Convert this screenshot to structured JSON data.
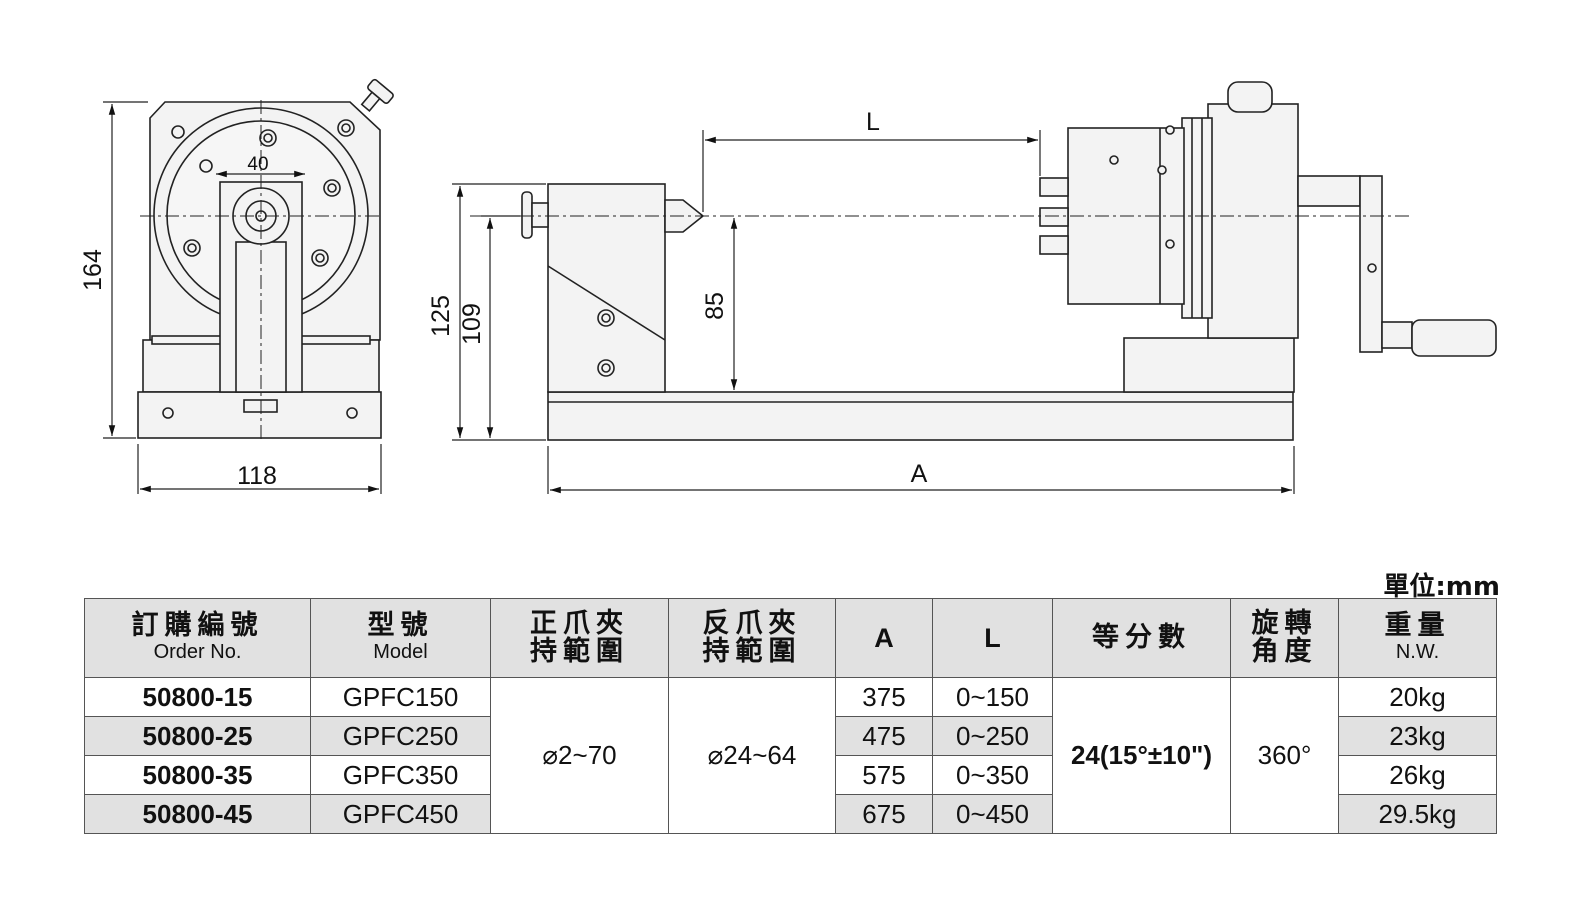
{
  "drawing": {
    "front_view": {
      "dim_height": "164",
      "dim_width": "118",
      "dim_slot": "40"
    },
    "side_view": {
      "dim_length_L": "L",
      "dim_length_A": "A",
      "dim_125": "125",
      "dim_109": "109",
      "dim_85": "85"
    }
  },
  "unit_label": "單位:mm",
  "table": {
    "headers": [
      {
        "zh": "訂購編號",
        "en": "Order No."
      },
      {
        "zh": "型號",
        "en": "Model"
      },
      {
        "zh": "正爪夾",
        "zh2": "持範圍"
      },
      {
        "zh": "反爪夾",
        "zh2": "持範圍"
      },
      {
        "label": "A"
      },
      {
        "label": "L"
      },
      {
        "zh": "等分數"
      },
      {
        "zh": "旋轉",
        "zh2": "角度"
      },
      {
        "zh": "重量",
        "en": "N.W."
      }
    ],
    "rows": [
      {
        "order": "50800-15",
        "model": "GPFC150",
        "A": "375",
        "L": "0~150",
        "nw": "20kg"
      },
      {
        "order": "50800-25",
        "model": "GPFC250",
        "A": "475",
        "L": "0~250",
        "nw": "23kg"
      },
      {
        "order": "50800-35",
        "model": "GPFC350",
        "A": "575",
        "L": "0~350",
        "nw": "26kg"
      },
      {
        "order": "50800-45",
        "model": "GPFC450",
        "A": "675",
        "L": "0~450",
        "nw": "29.5kg"
      }
    ],
    "normal_jaw_range": "⌀2~70",
    "reverse_jaw_range": "⌀24~64",
    "divisions": "24(15°±10\")",
    "rotation": "360°"
  },
  "colors": {
    "body_fill": "#f3f3f3",
    "line": "#222222",
    "header_bg": "#e1e1e1"
  }
}
